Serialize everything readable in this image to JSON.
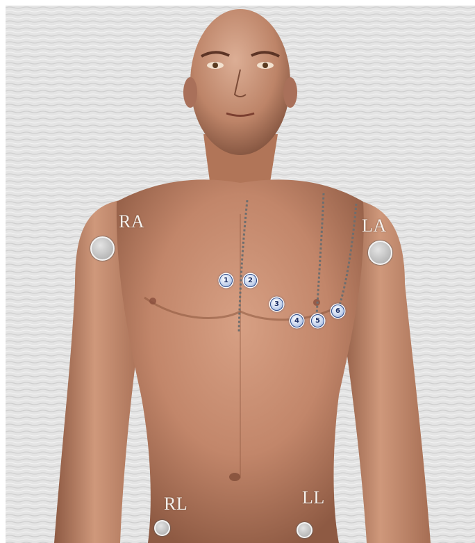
{
  "limb_leads": [
    {
      "id": "ra",
      "label": "RA"
    },
    {
      "id": "la",
      "label": "LA"
    },
    {
      "id": "rl",
      "label": "RL"
    },
    {
      "id": "ll",
      "label": "LL"
    }
  ],
  "chest_leads": [
    "1",
    "2",
    "3",
    "4",
    "5",
    "6"
  ],
  "colors": {
    "skin": "#c4876a",
    "skin_shadow": "#8e5a43",
    "limb_electrode": "#c2c2c2",
    "chest_electrode_border": "#2f4f8f",
    "label_text": "#f4f0ec"
  }
}
